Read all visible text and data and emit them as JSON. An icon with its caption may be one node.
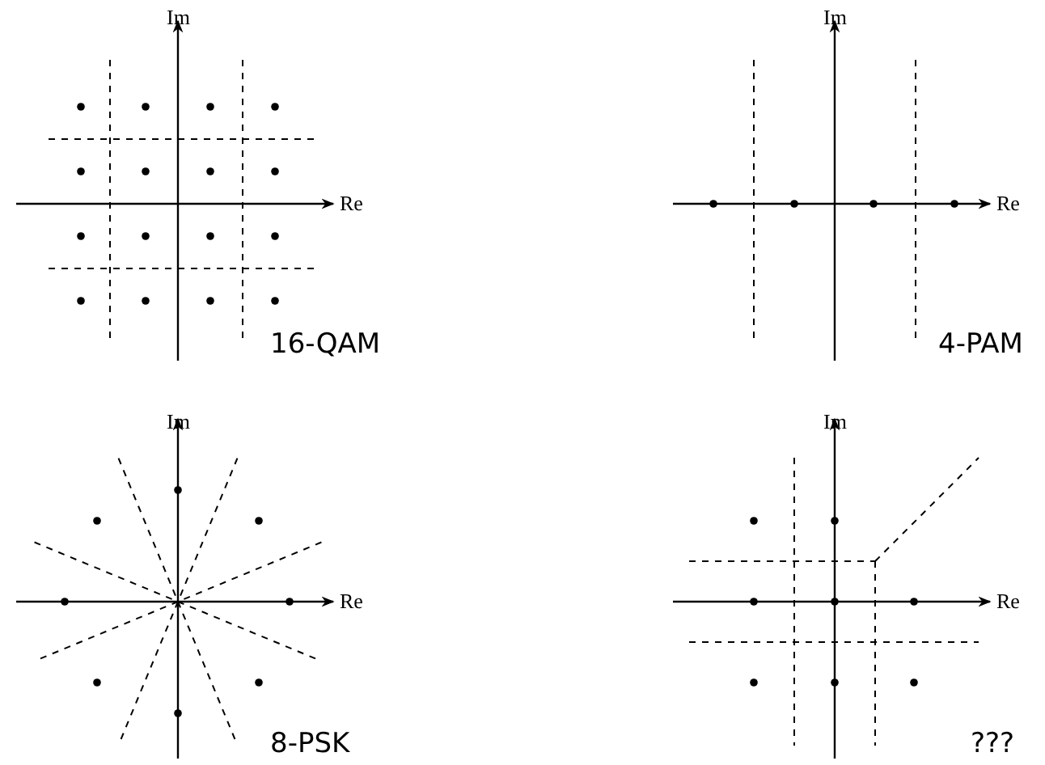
{
  "diagram": {
    "labels": [
      "Im",
      "Re",
      "16-QAM",
      "Im",
      "Re",
      "4-PAM",
      "Im",
      "Re",
      "8-PSK",
      "Im",
      "Re",
      "???"
    ]
  }
}
